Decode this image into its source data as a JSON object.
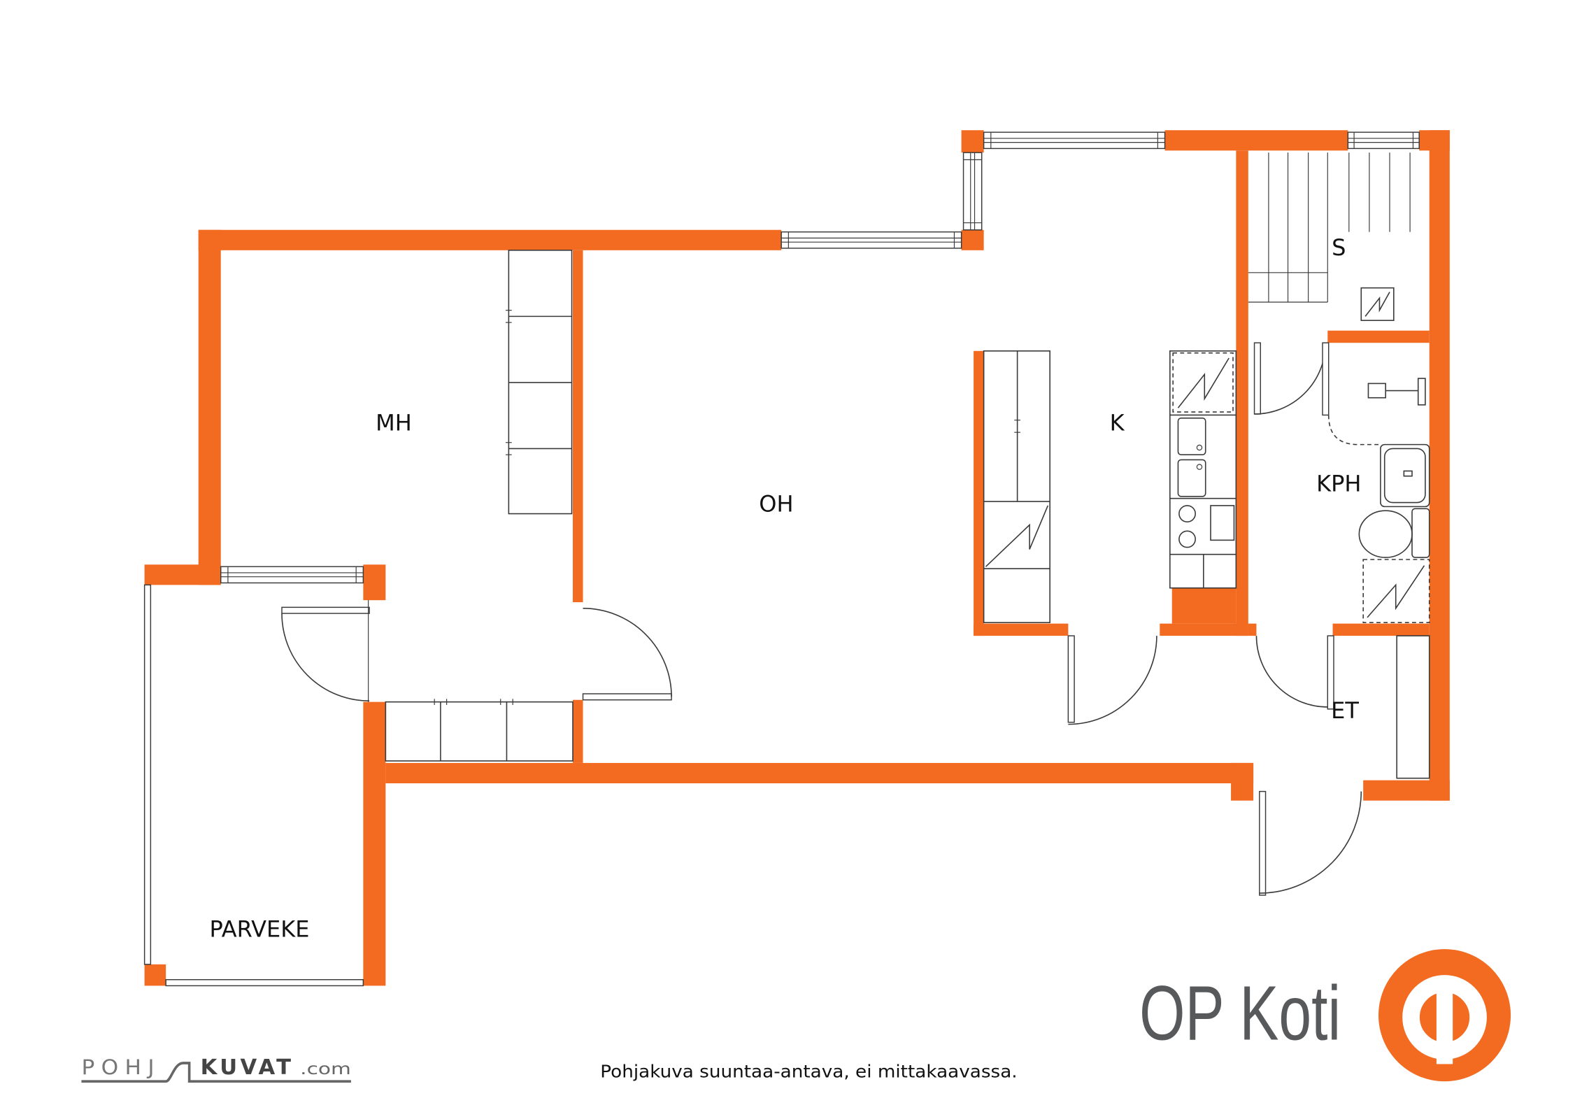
{
  "rooms": {
    "mh": "MH",
    "oh": "OH",
    "k": "K",
    "s": "S",
    "kph": "KPH",
    "et": "ET",
    "parveke": "PARVEKE"
  },
  "caption": "Pohjakuva suuntaa-antava, ei mittakaavassa.",
  "brand": {
    "name": "OP Koti",
    "logo_icon": "op-logo-icon"
  },
  "credit": {
    "part1": "POHJ",
    "part2": "KUVAT",
    "part3": ".com"
  },
  "icons": [
    "fridge-icon",
    "dishwasher-icon",
    "washing-machine-icon",
    "sauna-stove-icon"
  ],
  "colors": {
    "wall": "#F26B21",
    "line": "#3A3A3A",
    "brand_text": "#58595B",
    "background": "#FFFFFF"
  }
}
